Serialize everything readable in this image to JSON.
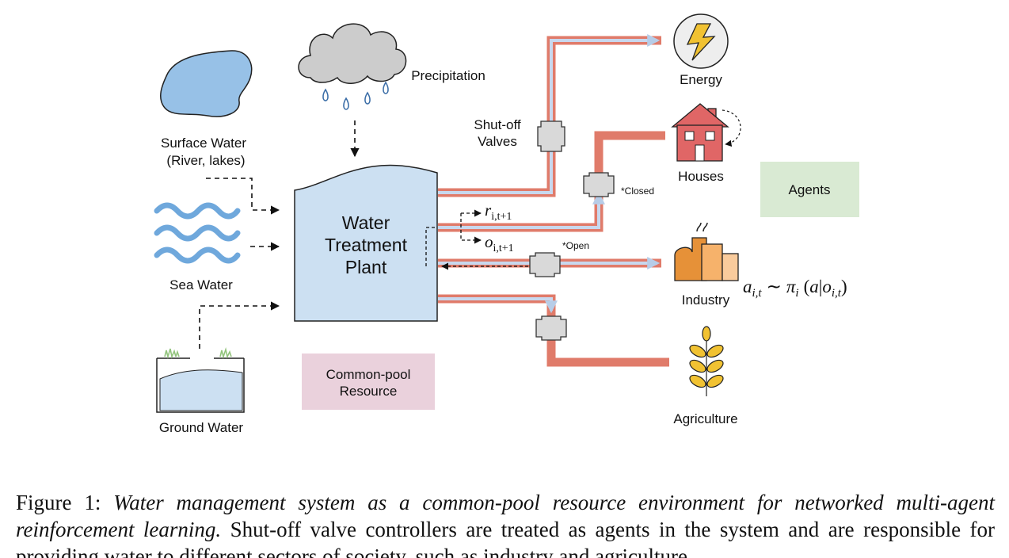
{
  "diagram": {
    "sources": {
      "surface_water_line1": "Surface Water",
      "surface_water_line2": "(River, lakes)",
      "sea_water": "Sea Water",
      "ground_water": "Ground Water",
      "precipitation": "Precipitation"
    },
    "plant": {
      "line1": "Water",
      "line2": "Treatment",
      "line3": "Plant"
    },
    "valves": {
      "label_line1": "Shut-off",
      "label_line2": "Valves",
      "closed_note": "*Closed",
      "open_note": "*Open"
    },
    "signals": {
      "reward_base": "r",
      "reward_sub": "i,t+1",
      "obs_base": "o",
      "obs_sub": "i,t+1"
    },
    "sectors": {
      "energy": "Energy",
      "houses": "Houses",
      "industry": "Industry",
      "agriculture": "Agriculture"
    },
    "boxes": {
      "agents": "Agents",
      "common_pool_line1": "Common-pool",
      "common_pool_line2": "Resource"
    },
    "policy": {
      "a": "a",
      "a_sub": "i,t",
      "sim": "∼",
      "pi": "π",
      "pi_sub": "i",
      "open_paren": "(",
      "a2": "a",
      "bar": "|",
      "o": "o",
      "o_sub": "i,t",
      "close_paren": ")"
    },
    "colors": {
      "pipe_outer": "#e07b6a",
      "pipe_inner": "#c8d8ee",
      "plant_fill": "#cce0f2",
      "water_blue": "#97c1e7",
      "agents_box": "#d9ead3",
      "common_pool_box": "#ead1dc",
      "house_red": "#e06666",
      "industry_orange": "#f6b26b",
      "wheat_yellow": "#f1c232"
    }
  },
  "caption": {
    "label": "Figure 1:",
    "italic": "Water management system as a common-pool resource environment for networked multi-agent reinforcement learning.",
    "text": "Shut-off valve controllers are treated as agents in the system and are responsible for providing water to different sectors of society, such as industry and agriculture."
  }
}
